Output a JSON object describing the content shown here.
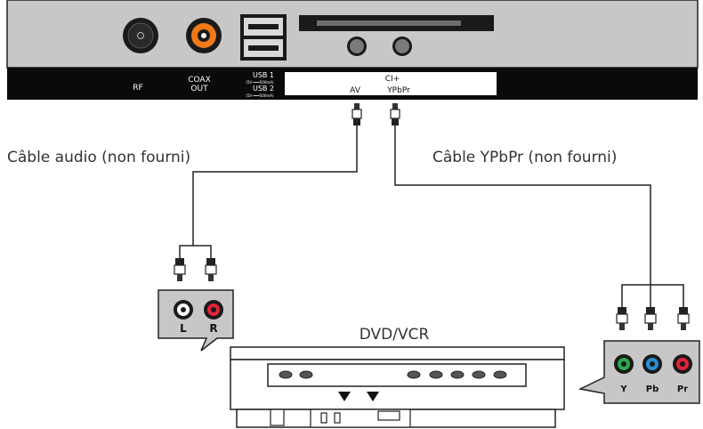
{
  "tv_panel": {
    "rf_label": "RF",
    "coax_label_line1": "COAX",
    "coax_label_line2": "OUT",
    "usb1_label": "USB 1",
    "usb1_spec": "(5V ═══500mA)",
    "usb2_label": "USB 2",
    "usb2_spec": "(5V ═══500mA)",
    "ci_label": "CI+",
    "av_label": "AV",
    "ypbpr_label": "YPbPr"
  },
  "cables": {
    "audio_label": "Câble audio (non fourni)",
    "ypbpr_label": "Câble YPbPr (non fourni)"
  },
  "audio_jacks": {
    "left_label": "L",
    "right_label": "R",
    "left_color": "#ffffff",
    "right_color": "#e2233b"
  },
  "device": {
    "label": "DVD/VCR"
  },
  "ypbpr_jacks": {
    "y_label": "Y",
    "pb_label": "Pb",
    "pr_label": "Pr",
    "y_color": "#2fa84f",
    "pb_color": "#2a8fd6",
    "pr_color": "#e2233b"
  }
}
